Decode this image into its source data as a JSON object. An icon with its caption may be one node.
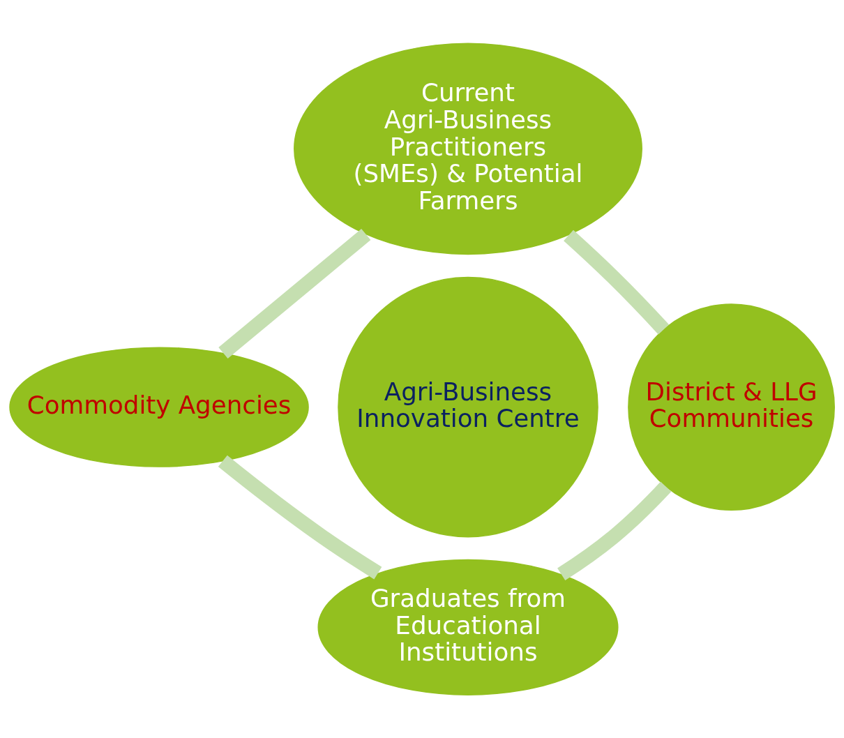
{
  "diagram": {
    "nodes": [
      {
        "text": [
          "Current Agri-Business Practitioners (SMEs) & Potential Farmers"
        ]
      },
      {
        "text": [
          "Commodity Agencies"
        ]
      },
      {
        "text": [
          "Agri-Business Innovation Centre"
        ]
      },
      {
        "text": [
          "District & LLG",
          "Communities"
        ]
      },
      {
        "text": [
          "Graduates from Educational Institutions"
        ]
      }
    ],
    "edges": [
      {
        "from": 0,
        "to": 3,
        "arrow": "none"
      },
      {
        "from": 3,
        "to": 4,
        "arrow": "none"
      },
      {
        "from": 0,
        "to": 1,
        "arrow": "none"
      },
      {
        "from": 1,
        "to": 4,
        "arrow": "none"
      }
    ]
  }
}
